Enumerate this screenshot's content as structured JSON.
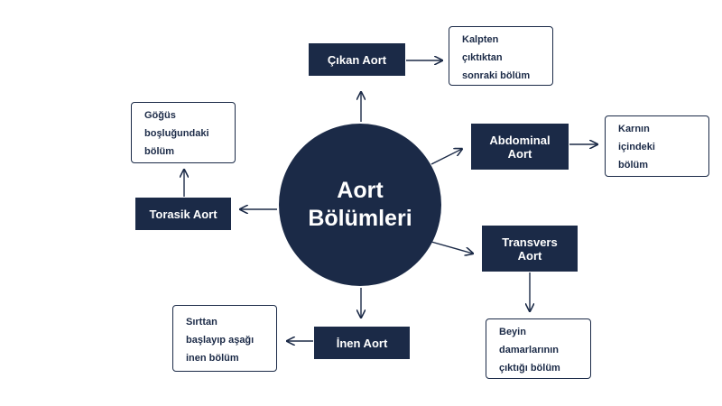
{
  "center": {
    "line1": "Aort",
    "line2": "Bölümleri"
  },
  "sections": {
    "cikan": {
      "label": "Çıkan Aort",
      "desc": [
        "Kalpten",
        "çıktıktan",
        "sonraki bölüm"
      ]
    },
    "abdominal": {
      "label": [
        "Abdominal",
        "Aort"
      ],
      "desc": [
        "Karnın",
        "içindeki",
        "bölüm"
      ]
    },
    "transvers": {
      "label": [
        "Transvers",
        "Aort"
      ],
      "desc": [
        "Beyin",
        "damarlarının",
        "çıktığı bölüm"
      ]
    },
    "inen": {
      "label": "İnen Aort",
      "desc": [
        "Sırttan",
        "başlayıp aşağı",
        "inen bölüm"
      ]
    },
    "torasik": {
      "label": "Torasik Aort",
      "desc": [
        "Göğüs",
        "boşluğundaki",
        "bölüm"
      ]
    }
  },
  "colors": {
    "navy": "#1b2a47",
    "background": "#ffffff"
  }
}
